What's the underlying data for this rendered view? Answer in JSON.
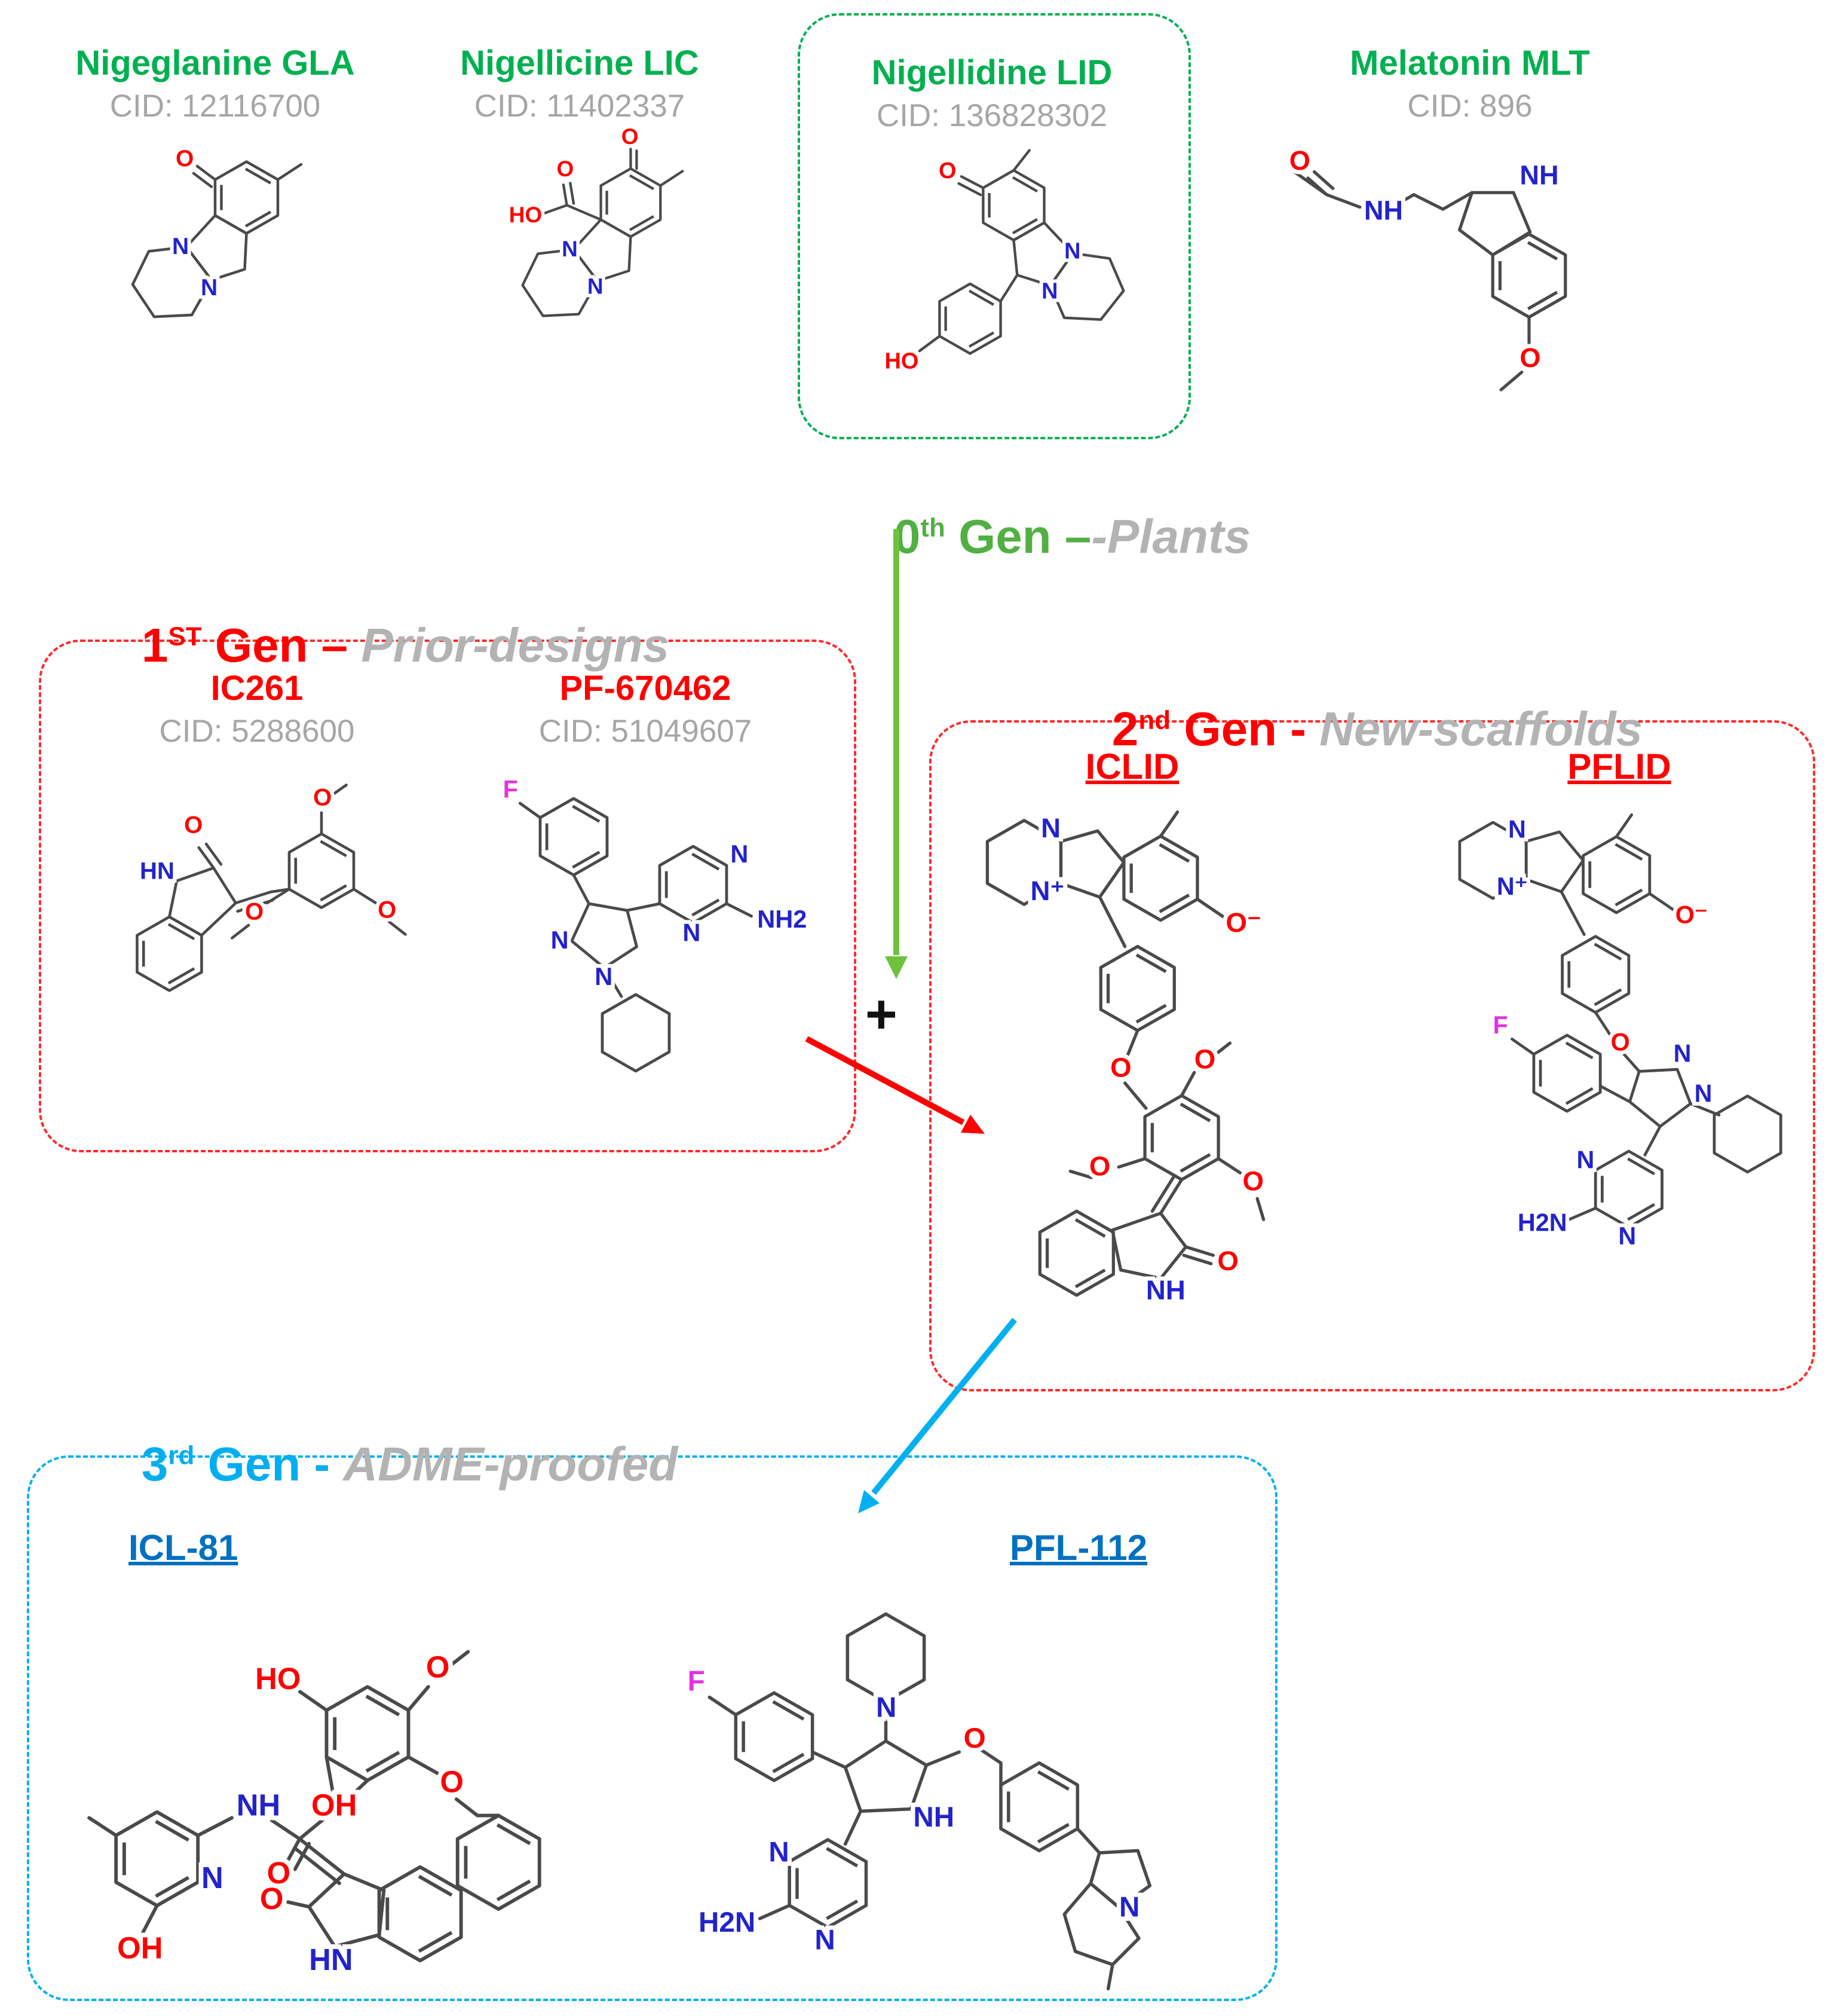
{
  "compounds": {
    "gla": {
      "name": "Nigeglanine ",
      "abbr": "GLA",
      "cid": "CID: 12116700"
    },
    "lic": {
      "name": "Nigellicine ",
      "abbr": "LIC",
      "cid": "CID: 11402337"
    },
    "lid": {
      "name": "Nigellidine ",
      "abbr": "LID",
      "cid": "CID: 136828302"
    },
    "mlt": {
      "name": "Melatonin ",
      "abbr": "MLT",
      "cid": "CID: 896"
    },
    "ic261": {
      "name": "IC261",
      "cid": "CID: 5288600"
    },
    "pf": {
      "name": "PF-670462",
      "cid": "CID: 51049607"
    },
    "iclid": {
      "name": "ICLID"
    },
    "pflid": {
      "name": "PFLID"
    },
    "icl81": {
      "name": "ICL-81"
    },
    "pfl112": {
      "name": "PFL-112"
    }
  },
  "gen_labels": {
    "gen0": {
      "num": "0",
      "sup": "th",
      "rest": " Gen",
      "dash": " –",
      "desc": "-Plants"
    },
    "gen1": {
      "num": "1",
      "sup": "ST",
      "rest": " Gen",
      "dash": " – ",
      "desc": "Prior-designs"
    },
    "gen2": {
      "num": "2",
      "sup": "nd",
      "rest": " Gen",
      "dash": " - ",
      "desc": "New-scaffolds"
    },
    "gen3": {
      "num": "3",
      "sup": "rd",
      "rest": " Gen",
      "dash": " - ",
      "desc": "ADME-proofed"
    }
  },
  "plus": "+",
  "atoms": {
    "gla": [
      "O",
      "N",
      "N"
    ],
    "lic": [
      "O",
      "O",
      "HO",
      "N",
      "N"
    ],
    "lid": [
      "O",
      "N",
      "N",
      "HO"
    ],
    "mlt": [
      "O",
      "NH",
      "NH",
      "O"
    ],
    "ic261": [
      "O",
      "HN",
      "O",
      "O",
      "O"
    ],
    "pf": [
      "F",
      "N",
      "NH2",
      "N",
      "N",
      "N"
    ],
    "iclid": [
      "N",
      "N⁺",
      "O⁻",
      "O",
      "O",
      "O",
      "O",
      "NH",
      "O"
    ],
    "pflid": [
      "N",
      "N⁺",
      "O⁻",
      "O",
      "N",
      "N",
      "F",
      "N",
      "N",
      "H2N"
    ],
    "icl81": [
      "O",
      "HO",
      "OH",
      "O",
      "NH",
      "N",
      "OH",
      "O",
      "O",
      "HN"
    ],
    "pfl112": [
      "N",
      "F",
      "O",
      "NH",
      "N",
      "N",
      "H2N",
      "N"
    ]
  },
  "colors": {
    "green": "#00B050",
    "red": "#FF0000",
    "blue_box": "#00B0F0",
    "blue_label": "#0070C0",
    "gray": "#A6A6A6",
    "arrow_green": "#6FC13E",
    "bond": "#4A4A4A",
    "atom_n": "#2323CC",
    "atom_o": "#FF0000",
    "atom_f": "#E332E3"
  }
}
